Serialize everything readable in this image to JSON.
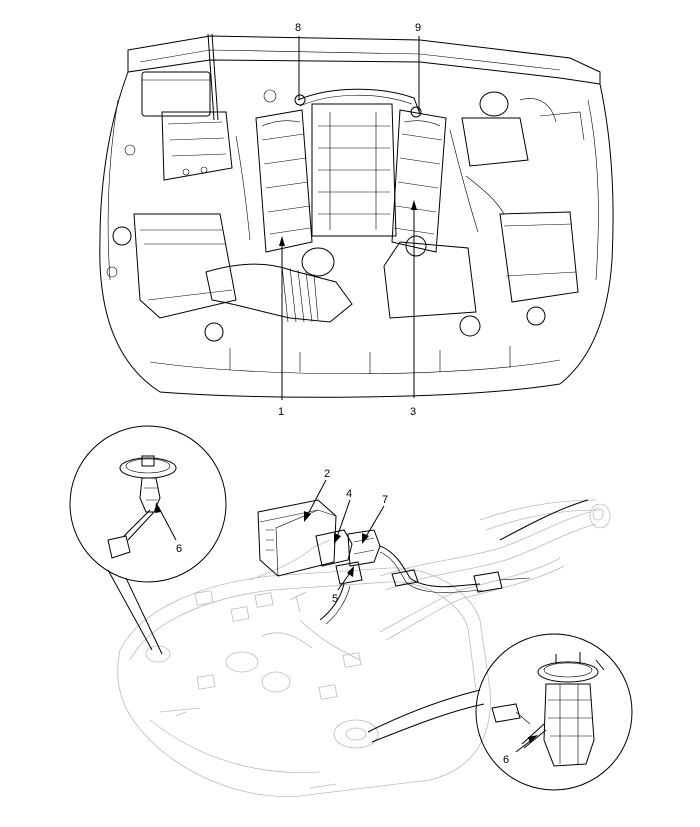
{
  "callouts": {
    "c1": "1",
    "c2": "2",
    "c3": "3",
    "c4": "4",
    "c5": "5",
    "c6a": "6",
    "c6b": "6",
    "c7": "7",
    "c8": "8",
    "c9": "9"
  },
  "colors": {
    "ink": "#000000",
    "phantom": "#bbbbbb",
    "background": "#ffffff"
  }
}
